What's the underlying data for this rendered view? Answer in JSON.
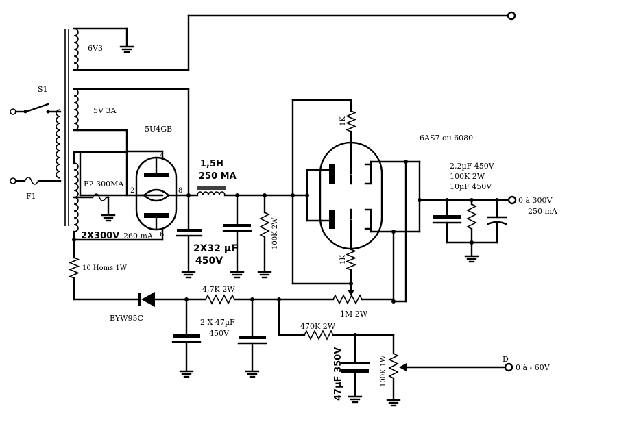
{
  "labels": {
    "s1": "S1",
    "f1": "F1",
    "heater_6v3": "6V3",
    "winding_5v": "5V 3A",
    "rectifier_tube": "5U4GB",
    "pin4": "4",
    "pin2": "2",
    "pin8": "8",
    "pin6": "6",
    "fuse_f2": "F2 300MA",
    "winding_hv": "2X300V",
    "hv_current": "260 mA",
    "choke_l": "1,5H",
    "choke_i": "250 MA",
    "filter_caps_1": "2X32 µF",
    "filter_caps_2": "450V",
    "bleeder": "100K 2W",
    "regulator_tube": "6AS7 ou 6080",
    "r_1k_top": "1K",
    "r_1k_bottom": "1K",
    "out_caps_1": "2,2µF 450V",
    "out_caps_2": "100K 2W",
    "out_caps_3": "10µF 450V",
    "out_hv_1": "0 à 300V",
    "out_hv_2": "250 mA",
    "r_10ohm": "10 Homs 1W",
    "diode": "BYW95C",
    "r_4k7": "4,7K 2W",
    "caps_neg_1": "2 X 47µF",
    "caps_neg_2": "450V",
    "pot_1m": "1M 2W",
    "r_470k": "470K 2W",
    "cap_47": "47µF 350V",
    "pot_100k": "100K 1W",
    "out_d_label": "D",
    "out_neg": "0 à - 60V"
  }
}
